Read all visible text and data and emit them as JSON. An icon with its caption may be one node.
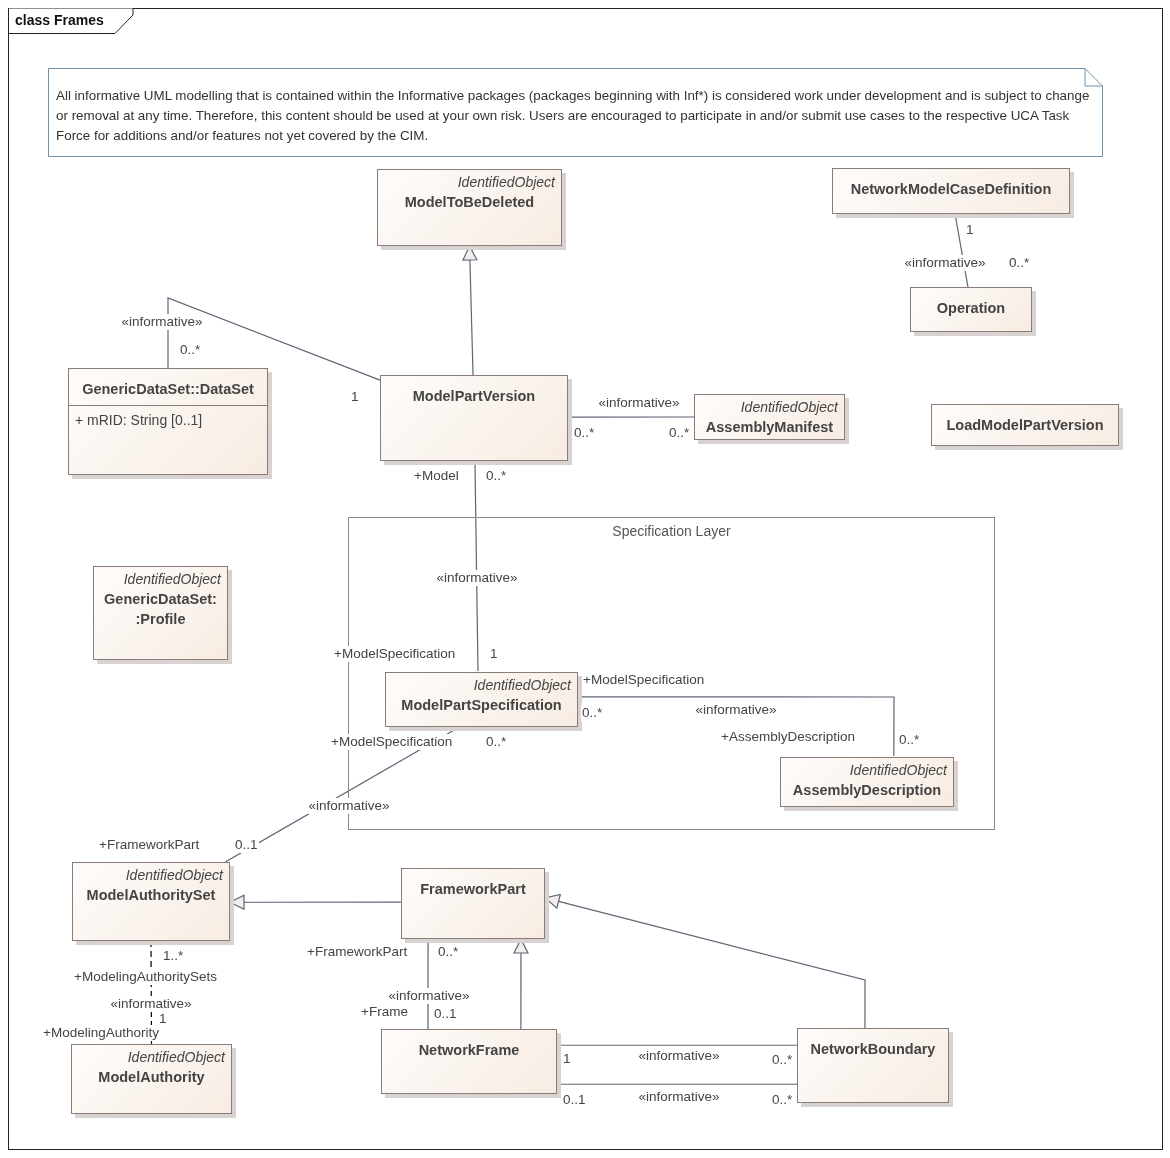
{
  "diagram": {
    "title": "class Frames",
    "nodes": [
      {
        "text": [
          "All informative UML modelling that is contained within the Informative packages (packages beginning with Inf*) is considered work under development and is subject to change or removal at any time.  Therefore, this content should be used at your own risk. Users are encouraged to participate in and/or submit use cases to the respective UCA Task Force for additions and/or features not yet covered by the CIM."
        ]
      },
      {
        "text": [
          "IdentifiedObject",
          "ModelToBeDeleted"
        ]
      },
      {
        "text": [
          "NetworkModelCaseDefinition"
        ]
      },
      {
        "text": [
          "Operation"
        ]
      },
      {
        "text": [
          "GenericDataSet::DataSet",
          "+ mRID: String [0..1]"
        ]
      },
      {
        "text": [
          "ModelPartVersion"
        ]
      },
      {
        "text": [
          "IdentifiedObject",
          "AssemblyManifest"
        ]
      },
      {
        "text": [
          "LoadModelPartVersion"
        ]
      },
      {
        "text": [
          "IdentifiedObject",
          "GenericDataSet: :Profile"
        ]
      },
      {
        "text": [
          "Specification Layer"
        ]
      },
      {
        "text": [
          "IdentifiedObject",
          "ModelPartSpecification"
        ],
        "in": 9
      },
      {
        "text": [
          "IdentifiedObject",
          "AssemblyDescription"
        ],
        "in": 9
      },
      {
        "text": [
          "IdentifiedObject",
          "ModelAuthoritySet"
        ]
      },
      {
        "text": [
          "FrameworkPart"
        ]
      },
      {
        "text": [
          "IdentifiedObject",
          "ModelAuthority"
        ]
      },
      {
        "text": [
          "NetworkFrame"
        ]
      },
      {
        "text": [
          "NetworkBoundary"
        ]
      }
    ],
    "edges": [
      {
        "from": 5,
        "to": 1,
        "arrow": "to"
      },
      {
        "from": 4,
        "to": 5,
        "arrow": "none",
        "label": "«informative»"
      },
      {
        "from": 5,
        "to": 6,
        "arrow": "none",
        "label": "«informative»"
      },
      {
        "from": 2,
        "to": 3,
        "arrow": "none",
        "label": "«informative»"
      },
      {
        "from": 5,
        "to": 10,
        "arrow": "none",
        "label": "«informative»"
      },
      {
        "from": 10,
        "to": 11,
        "arrow": "none",
        "label": "«informative»"
      },
      {
        "from": 10,
        "to": 12,
        "arrow": "none",
        "label": "«informative»"
      },
      {
        "from": 13,
        "to": 12,
        "arrow": "to"
      },
      {
        "from": 12,
        "to": 14,
        "arrow": "none",
        "label": "«informative»",
        "style": "dashed",
        "color": "#000000"
      },
      {
        "from": 15,
        "to": 13,
        "arrow": "none",
        "label": "«informative»"
      },
      {
        "from": 15,
        "to": 13,
        "arrow": "to"
      },
      {
        "from": 16,
        "to": 13,
        "arrow": "to"
      },
      {
        "from": 15,
        "to": 16,
        "arrow": "none",
        "label": "«informative»"
      },
      {
        "from": 15,
        "to": 16,
        "arrow": "none",
        "label": "«informative»"
      }
    ],
    "labels": [
      "0..*",
      "1",
      "0..*",
      "0..*",
      "1",
      "0..*",
      "+Model",
      "0..*",
      "+ModelSpecification",
      "1",
      "+ModelSpecification",
      "0..*",
      "+AssemblyDescription",
      "0..*",
      "+ModelSpecification",
      "0..*",
      "+FrameworkPart",
      "0..1",
      "1..*",
      "+ModelingAuthoritySets",
      "1",
      "+ModelingAuthority",
      "+FrameworkPart",
      "0..*",
      "+Frame",
      "0..1",
      "1",
      "0..*",
      "0..1",
      "0..*"
    ]
  }
}
